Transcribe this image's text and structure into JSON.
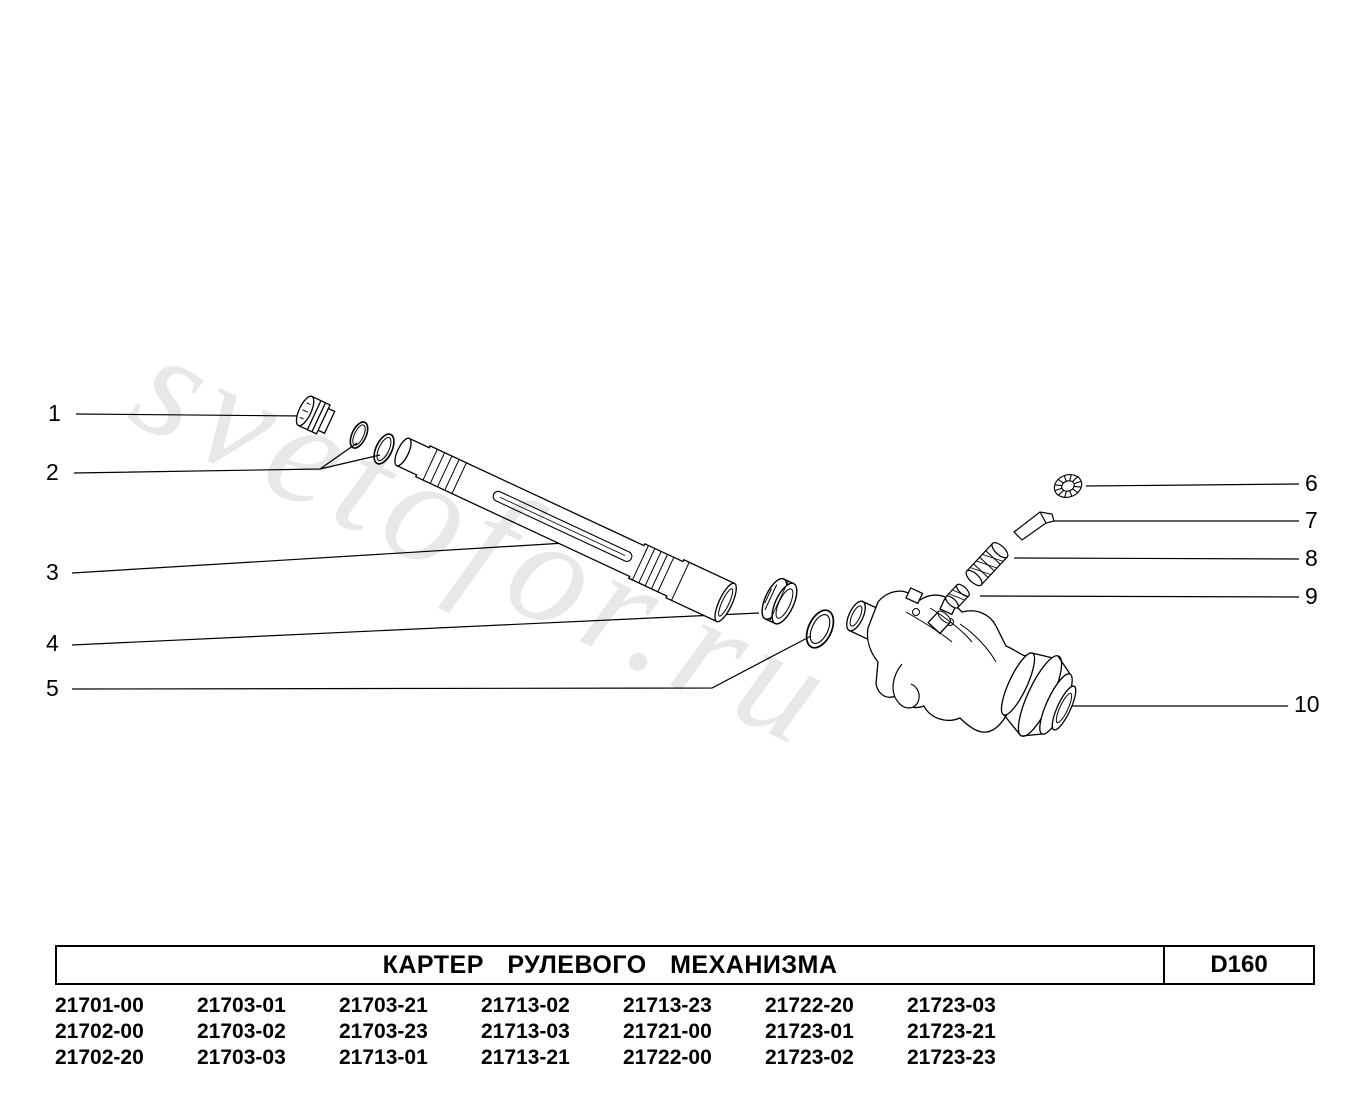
{
  "watermark": "svetofor.ru",
  "callouts": [
    "1",
    "2",
    "3",
    "4",
    "5",
    "6",
    "7",
    "8",
    "9",
    "10"
  ],
  "table": {
    "title": "КАРТЕР РУЛЕВОГО МЕХАНИЗМА",
    "code": "D160",
    "models": [
      [
        "21701-00",
        "21703-01",
        "21703-21",
        "21713-02",
        "21713-23",
        "21722-20",
        "21723-03"
      ],
      [
        "21702-00",
        "21703-02",
        "21703-23",
        "21713-03",
        "21721-00",
        "21723-01",
        "21723-21"
      ],
      [
        "21702-20",
        "21703-03",
        "21713-01",
        "21713-21",
        "21722-00",
        "21723-02",
        "21723-23"
      ]
    ]
  }
}
